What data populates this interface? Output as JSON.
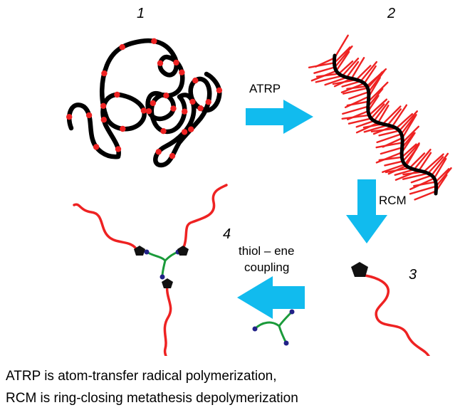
{
  "diagram": {
    "stages": [
      {
        "number": "1"
      },
      {
        "number": "2"
      },
      {
        "number": "3"
      },
      {
        "number": "4"
      }
    ],
    "arrows": {
      "atrp_label": "ATRP",
      "rcm_label": "RCM",
      "thiol_label_line1": "thiol – ene",
      "thiol_label_line2": "coupling"
    },
    "colors": {
      "backbone": "#000000",
      "initiator_dot": "#ee2222",
      "side_chain": "#ee2222",
      "arrow": "#11bbee",
      "linker": "#1a9a3a",
      "linker_end": "#222288",
      "end_group": "#111111"
    }
  },
  "caption": {
    "line1": "ATRP is atom-transfer radical polymerization,",
    "line2": "RCM is ring-closing metathesis depolymerization"
  }
}
